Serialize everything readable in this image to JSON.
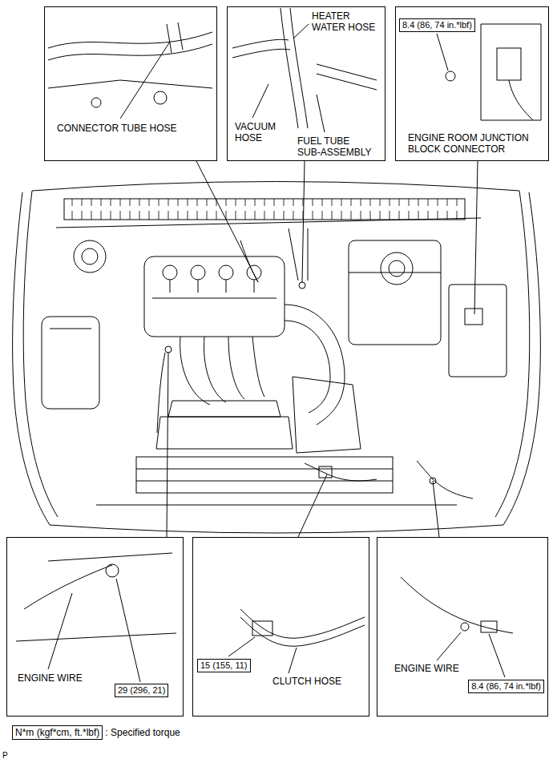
{
  "diagram": {
    "nodes": [
      {
        "text": [
          "CONNECTOR TUBE HOSE"
        ]
      },
      {
        "text": [
          "HEATER WATER HOSE",
          "VACUUM HOSE",
          "FUEL TUBE SUB-ASSEMBLY"
        ]
      },
      {
        "text": [
          "ENGINE ROOM JUNCTION BLOCK CONNECTOR"
        ]
      },
      {
        "text": [
          "8.4 (86, 74 in.*lbf)"
        ],
        "in": 2
      },
      {
        "text": [
          "ENGINE WIRE"
        ]
      },
      {
        "text": [
          "29 (296, 21)"
        ],
        "in": 4
      },
      {
        "text": [
          "CLUTCH HOSE"
        ]
      },
      {
        "text": [
          "15 (155, 11)"
        ],
        "in": 6
      },
      {
        "text": [
          "ENGINE WIRE"
        ]
      },
      {
        "text": [
          "8.4 (86, 74 in.*lbf)"
        ],
        "in": 8
      },
      {
        "text": [
          "N*m (kgf*cm, ft.*lbf)"
        ]
      }
    ],
    "labels": [
      "P"
    ],
    "legend": [
      {
        "text": ": Specified torque"
      }
    ]
  }
}
